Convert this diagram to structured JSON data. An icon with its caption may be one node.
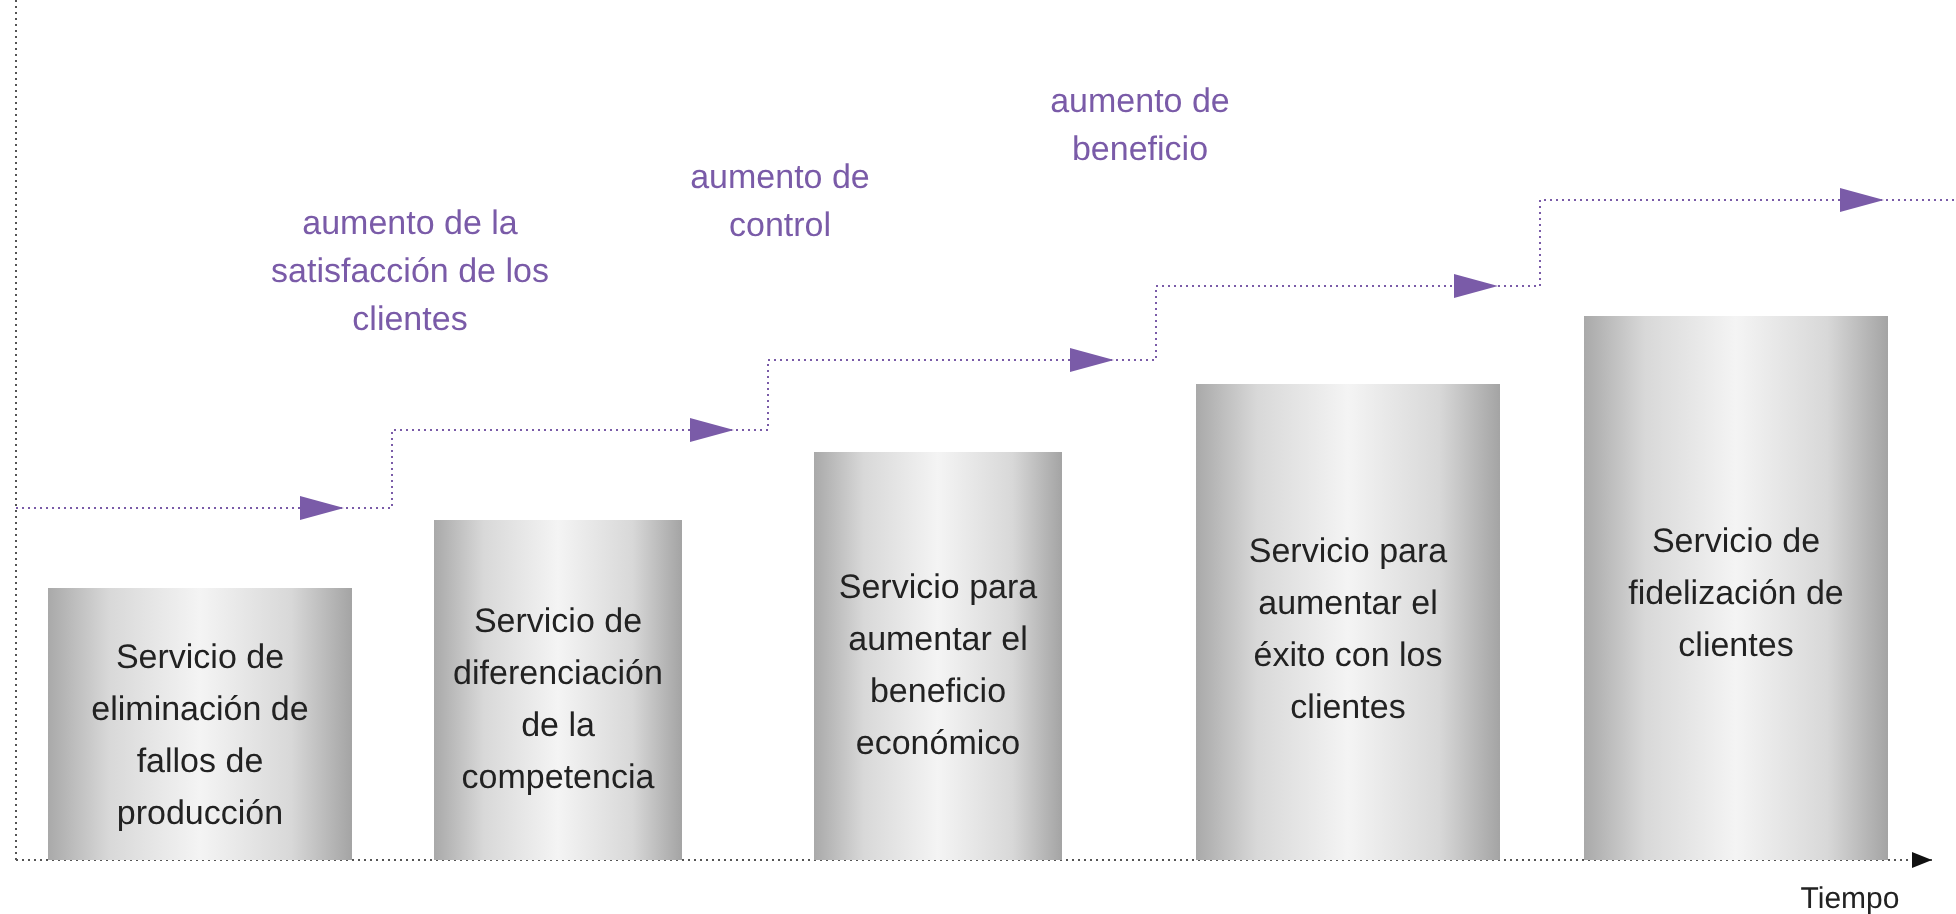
{
  "diagram": {
    "nodes": [
      {
        "text": [
          "Servicio de eliminación de fallos de producción"
        ]
      },
      {
        "text": [
          "Servicio de diferenciación de la competencia"
        ]
      },
      {
        "text": [
          "Servicio para aumentar el beneficio económico"
        ]
      },
      {
        "text": [
          "Servicio para aumentar el éxito con los clientes"
        ]
      },
      {
        "text": [
          "Servicio de fidelización de clientes"
        ]
      }
    ],
    "labels": [
      "aumento de la satisfacción de los clientes",
      "aumento de control",
      "aumento de beneficio",
      "Tiempo"
    ]
  }
}
